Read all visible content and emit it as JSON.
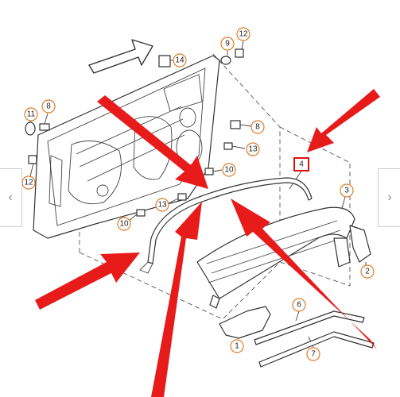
{
  "callouts": [
    {
      "id": "c14",
      "label": "14"
    },
    {
      "id": "c9",
      "label": "9"
    },
    {
      "id": "c12a",
      "label": "12"
    },
    {
      "id": "c11",
      "label": "11"
    },
    {
      "id": "c8a",
      "label": "8"
    },
    {
      "id": "c8b",
      "label": "8"
    },
    {
      "id": "c13a",
      "label": "13"
    },
    {
      "id": "c10a",
      "label": "10"
    },
    {
      "id": "c12b",
      "label": "12"
    },
    {
      "id": "c13b",
      "label": "13"
    },
    {
      "id": "c10b",
      "label": "10"
    },
    {
      "id": "c4",
      "label": "4"
    },
    {
      "id": "c3",
      "label": "3"
    },
    {
      "id": "c2",
      "label": "2"
    },
    {
      "id": "c1",
      "label": "1"
    },
    {
      "id": "c6",
      "label": "6"
    },
    {
      "id": "c7",
      "label": "7"
    }
  ],
  "highlighted_callout": "4",
  "nav": {
    "prev": "‹",
    "next": "›"
  },
  "colors": {
    "arrow": "#e81b1b",
    "callout_ring": "#e07b27",
    "highlight_box": "#e01010"
  }
}
